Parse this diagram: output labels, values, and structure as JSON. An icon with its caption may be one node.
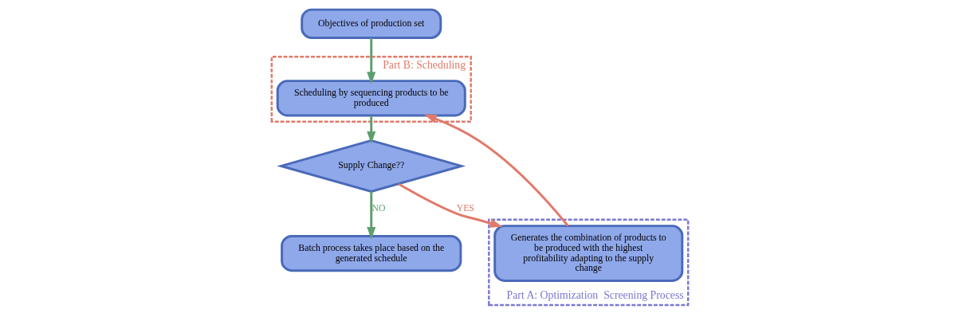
{
  "diagram": {
    "nodes": [
      {
        "text": [
          "Objectives of production set"
        ]
      },
      {
        "text": [
          "Part B: Scheduling"
        ]
      },
      {
        "text": [
          "Scheduling by sequencing products to be produced"
        ],
        "in": 1
      },
      {
        "text": [
          "Supply Change??"
        ]
      },
      {
        "text": [
          "Batch process takes place based on the generated schedule"
        ]
      },
      {
        "text": [
          "Part A: Optimization  Screening Process"
        ]
      },
      {
        "text": [
          "Generates the combination of products to be produced with the highest profitability adapting to the supply change"
        ],
        "in": 5
      }
    ],
    "edges": [
      {
        "from": 0,
        "to": 2,
        "arrow": "to"
      },
      {
        "from": 2,
        "to": 3,
        "arrow": "to"
      },
      {
        "from": 3,
        "to": 4,
        "arrow": "to",
        "label": "NO"
      },
      {
        "from": 3,
        "to": 6,
        "arrow": "to",
        "color": "#e07a6a",
        "label": "YES"
      },
      {
        "from": 6,
        "to": 2,
        "arrow": "to",
        "color": "#e07a6a"
      }
    ]
  }
}
